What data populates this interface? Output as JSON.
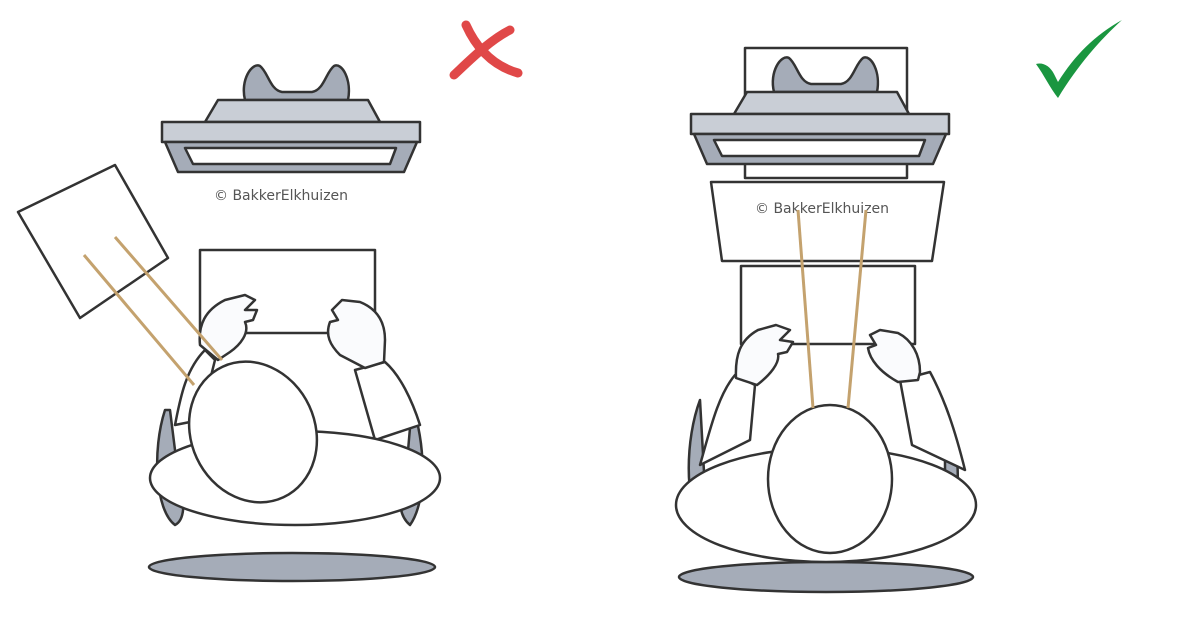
{
  "watermark": "© BakkerElkhuizen",
  "panels": [
    {
      "label": "incorrect",
      "mark": "cross-icon",
      "mark_color": "#e04848",
      "watermark": "© BakkerElkhuizen"
    },
    {
      "label": "correct",
      "mark": "check-icon",
      "mark_color": "#1a9640",
      "watermark": "© BakkerElkhuizen"
    }
  ],
  "colors": {
    "outline": "#333333",
    "metal": "#c9ced6",
    "shadow": "#a5acb8",
    "sightline": "#c4a26e"
  }
}
